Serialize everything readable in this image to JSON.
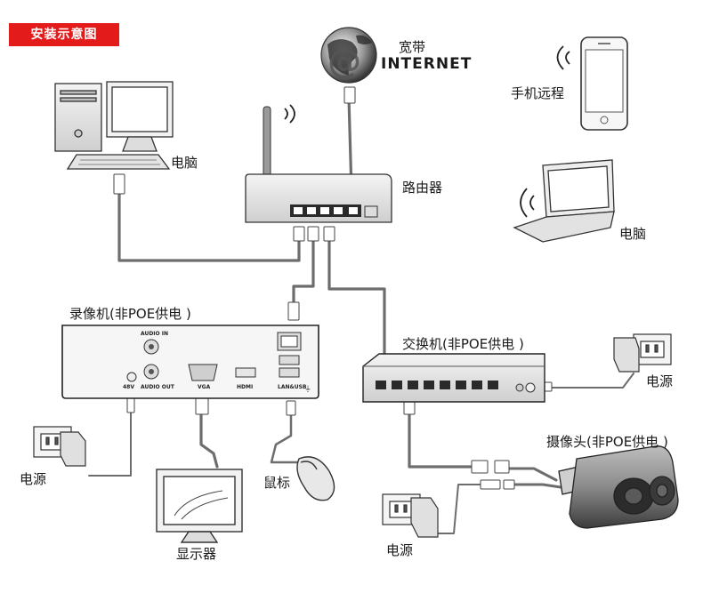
{
  "title": "安装示意图",
  "labels": {
    "broadband": "宽带",
    "internet": "INTERNET",
    "phone_remote": "手机远程",
    "pc_top": "电脑",
    "router": "路由器",
    "laptop": "电脑",
    "nvr": "录像机(非POE供电 )",
    "switch": "交换机(非POE供电 )",
    "power_nvr": "电源",
    "power_switch": "电源",
    "power_camera": "电源",
    "mouse": "鼠标",
    "monitor": "显示器",
    "camera": "摄像头(非POE供电 )"
  },
  "nvr_ports": {
    "audio_in": "AUDIO IN",
    "audio_out": "AUDIO OUT",
    "dc": "48V",
    "vga": "VGA",
    "hdmi": "HDMI",
    "lan_usb": "LAN&USB"
  }
}
